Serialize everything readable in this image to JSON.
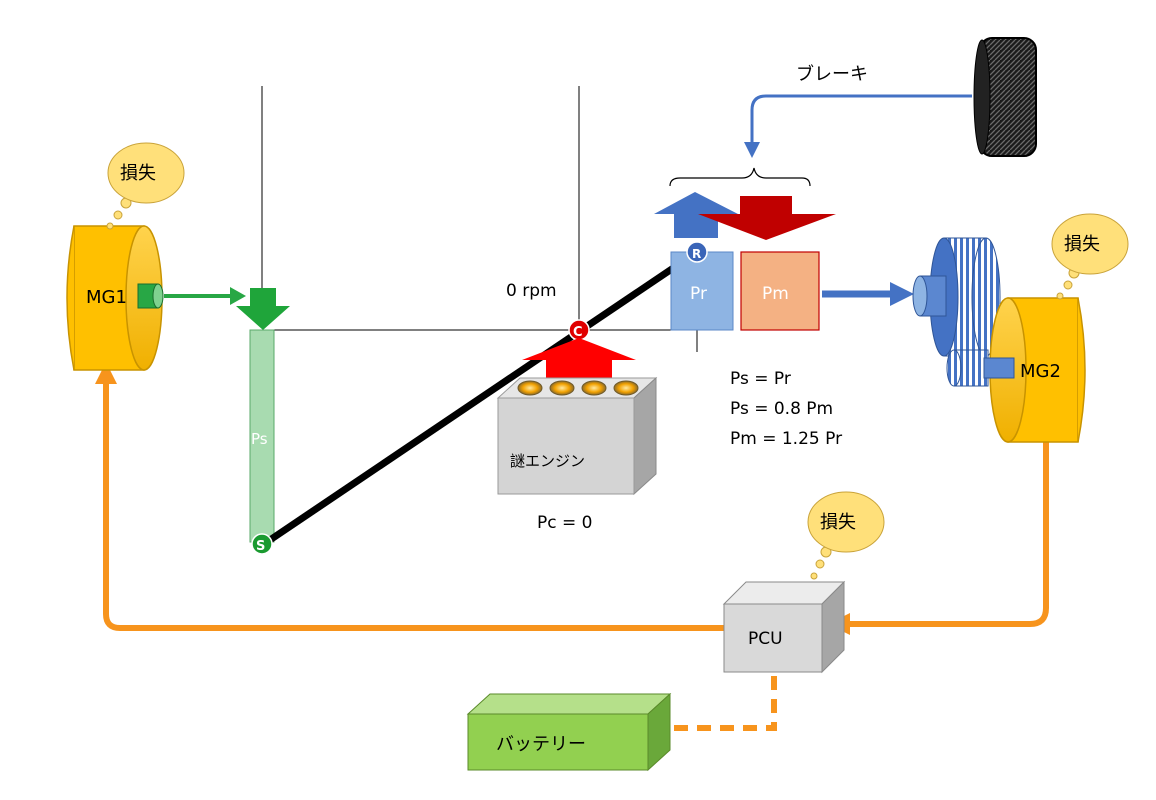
{
  "components": {
    "mg1": "MG1",
    "mg2": "MG2",
    "pcu": "PCU",
    "battery": "バッテリー",
    "engine": "謎エンジン"
  },
  "loss_label": "損失",
  "brake_label": "ブレーキ",
  "speed_label": "0 rpm",
  "bars": {
    "ps": "Ps",
    "pr": "Pr",
    "pm": "Pm"
  },
  "nodes": {
    "sun": "S",
    "carrier": "C",
    "ring": "R"
  },
  "equations": [
    "Ps = Pr",
    "Ps = 0.8 Pm",
    "Pm = 1.25 Pr"
  ],
  "engine_power": "Pc = 0",
  "colors": {
    "motor_yellow": "#ffc000",
    "flow_orange": "#f7941d",
    "sun_green": "#1fa53a",
    "ring_blue": "#4472c4",
    "power_red": "#c00000",
    "battery_green": "#92d050"
  }
}
